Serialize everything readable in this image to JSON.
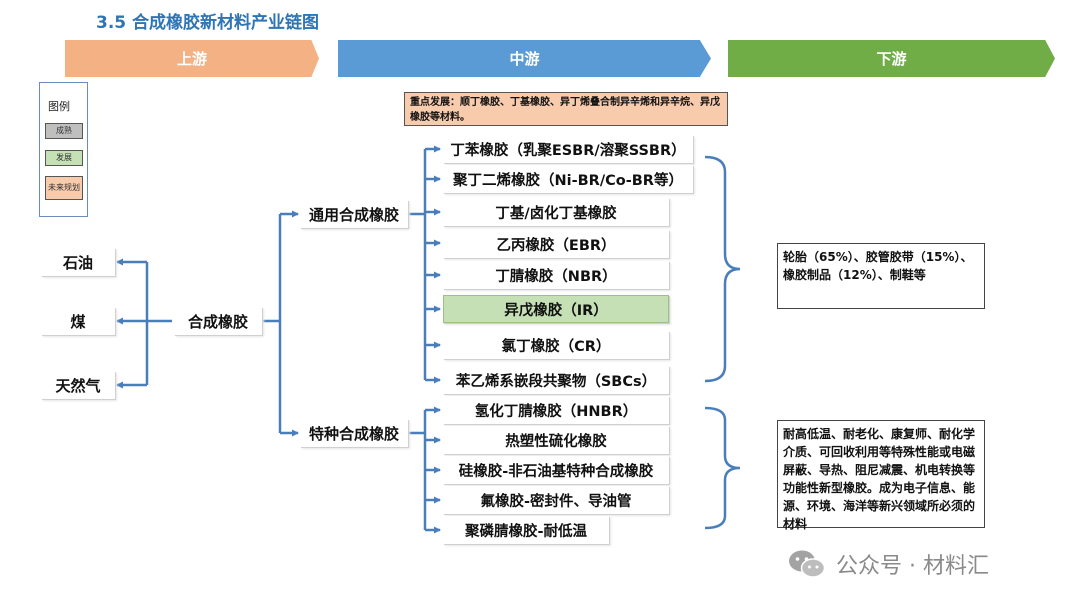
{
  "title": "3.5  合成橡胶新材料产业链图",
  "bands": {
    "upstream": {
      "label": "上游",
      "color": "#f4b183"
    },
    "midstream": {
      "label": "中游",
      "color": "#5b9bd5"
    },
    "downstream": {
      "label": "下游",
      "color": "#70ad47"
    }
  },
  "legend": {
    "title": "图例",
    "mature": {
      "label": "成熟",
      "color": "#bfbfbf"
    },
    "developing": {
      "label": "发展",
      "color": "#c5e0b4"
    },
    "future": {
      "label": "未来规划",
      "color": "#f8cbad"
    }
  },
  "focus_note": "重点发展：顺丁橡胶、丁基橡胶、异丁烯叠合制异辛烯和异辛烷、异戊橡胶等材料。",
  "sources": [
    "石油",
    "煤",
    "天然气"
  ],
  "center_node": "合成橡胶",
  "general": {
    "label": "通用合成橡胶",
    "products": [
      "丁苯橡胶（乳聚ESBR/溶聚SSBR）",
      "聚丁二烯橡胶（Ni-BR/Co-BR等）",
      "丁基/卤化丁基橡胶",
      "乙丙橡胶（EBR）",
      "丁腈橡胶（NBR）",
      "异戊橡胶（IR）",
      "氯丁橡胶（CR）",
      "苯乙烯系嵌段共聚物（SBCs）"
    ],
    "downstream_note": "轮胎（65%）、胶管胶带（15%）、橡胶制品（12%）、制鞋等"
  },
  "special": {
    "label": "特种合成橡胶",
    "products": [
      "氢化丁腈橡胶（HNBR）",
      "热塑性硫化橡胶",
      "硅橡胶-非石油基特种合成橡胶",
      "氟橡胶-密封件、导油管",
      "聚磷腈橡胶-耐低温"
    ],
    "downstream_note": "耐高低温、耐老化、康复师、耐化学介质、可回收利用等特殊性能或电磁屏蔽、导热、阻尼减震、机电转换等功能性新型橡胶。成为电子信息、能源、环境、海洋等新兴领域所必须的材料"
  },
  "watermark": "公众号 · 材料汇",
  "line_color": "#4a7ebb"
}
